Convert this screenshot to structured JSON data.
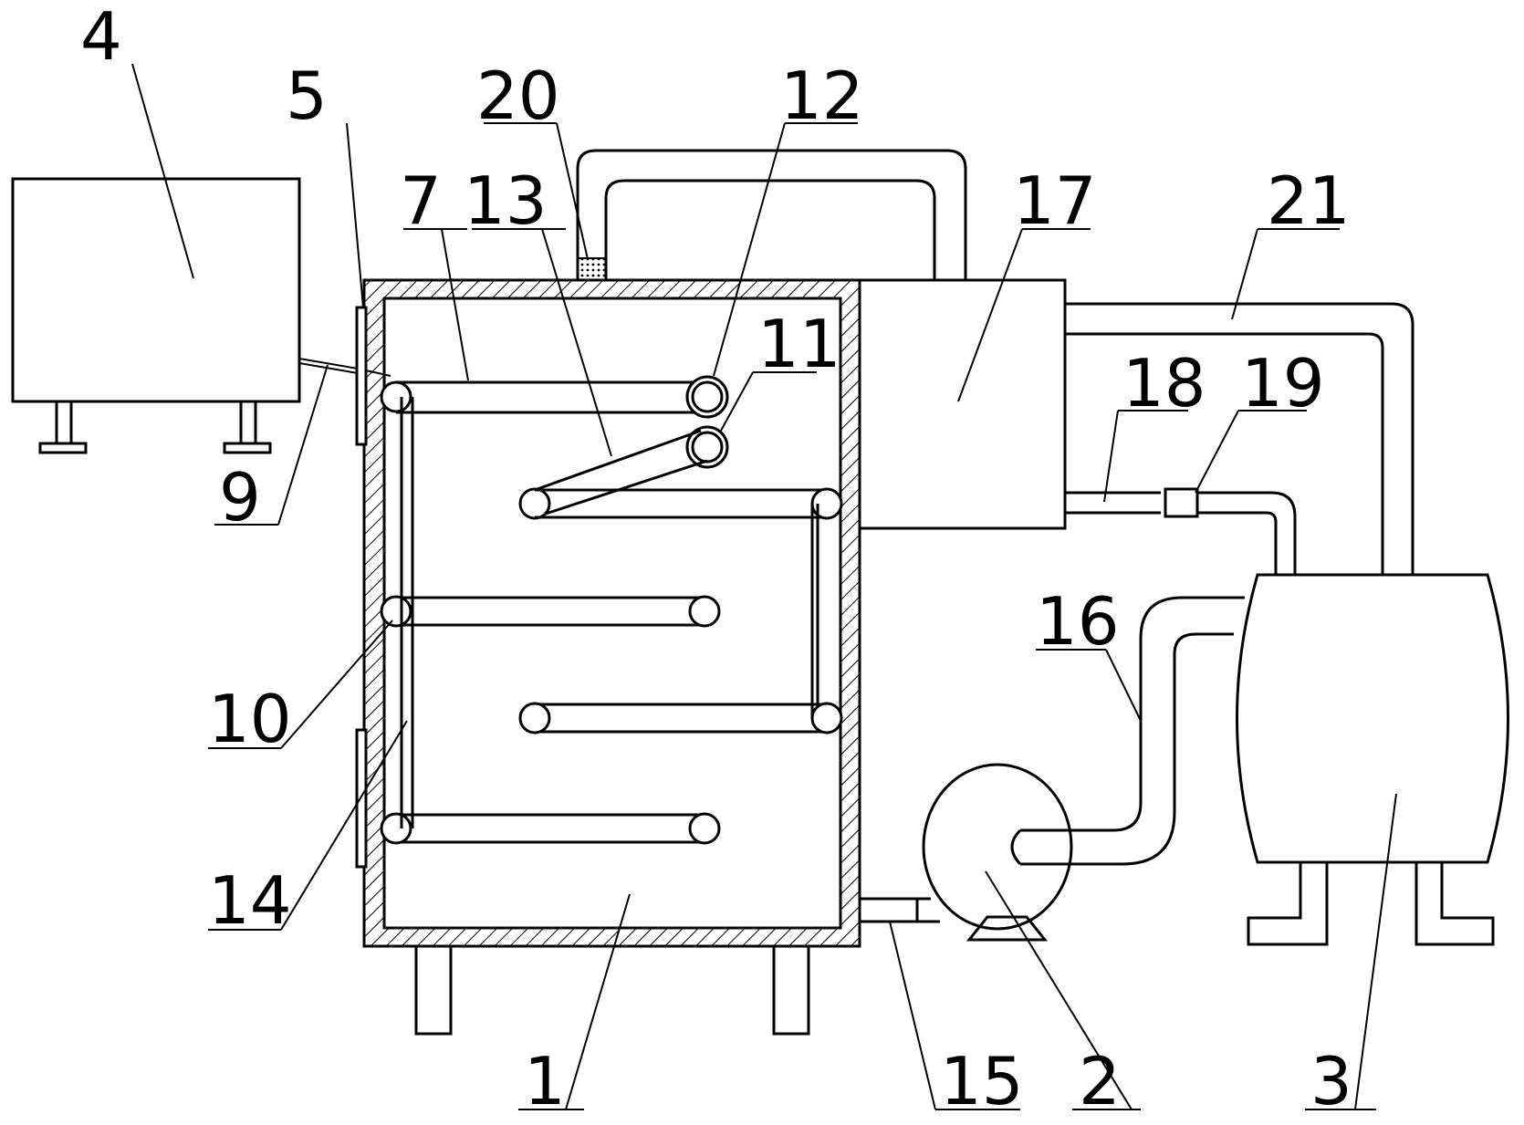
{
  "labels": {
    "l1": "1",
    "l2": "2",
    "l3": "3",
    "l4": "4",
    "l5": "5",
    "l7": "7",
    "l9": "9",
    "l10": "10",
    "l11": "11",
    "l12": "12",
    "l13": "13",
    "l14": "14",
    "l15": "15",
    "l16": "16",
    "l17": "17",
    "l18": "18",
    "l19": "19",
    "l20": "20",
    "l21": "21"
  }
}
